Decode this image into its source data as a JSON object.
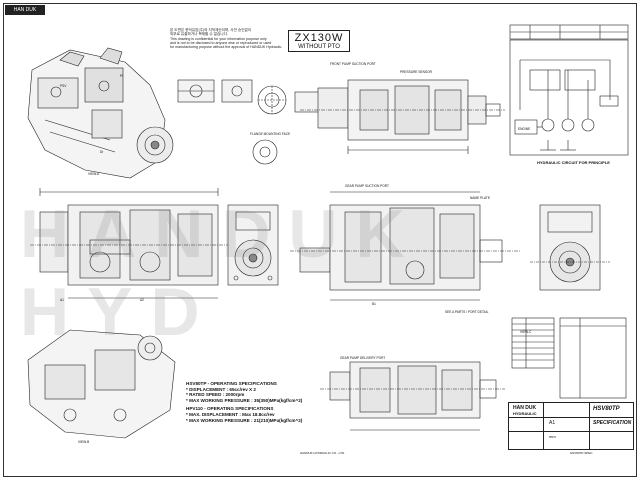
{
  "drawing": {
    "logo_text": "HAN DUK",
    "model_title": "ZX130W",
    "model_subtitle": "WITHOUT PTO",
    "notice_lines": [
      "본 도면은 한덕유압(주)의 지적재산이며, 사전 승인없이",
      "외부로 유출하거나 복제할 수 없습니다.",
      "This drawing is confidential for your information purpose only",
      "and is not to be disclosed to anyone else or reproduced or used",
      "for manufacturing purpose without the approval of HANDUK Hydraulic."
    ],
    "watermark_text": "HANDUK HYD"
  },
  "labels": {
    "view_a": "VIEW-A",
    "view_b": "VIEW-B",
    "view_c": "VIEW-C",
    "front_pump": "FRONT PUMP SUCTION PORT",
    "pressure_sensor": "PRESSURE SENSOR",
    "gear_pump_suction": "GEAR PUMP SUCTION PORT",
    "gear_pump_delivery": "GEAR PUMP DELIVERY PORT",
    "flange_mounting": "FLANGE MOUNTING FACE",
    "name_plate": "NAME PLATE",
    "hydraulic_circuit": "HYDRAULIC CIRCUIT FOR PRINCIPLE",
    "engine": "ENGINE",
    "note_a": "SEE A PARTS / PORT DETAIL",
    "pi": "Pi",
    "psv": "PSV",
    "dr": "Dr",
    "a1": "A1",
    "a2": "A2",
    "b1": "B1"
  },
  "specs": {
    "h1": "HSV80TP - OPERATING SPECIFICATIONS",
    "h1_l1": "* DISPLACEMENT : 65cc/rev X 2",
    "h1_l2": "* RATED SPEED : 2000rpm",
    "h1_l3": "* MAX WORKING PRESSURE : 35(350)MPa(kgf/cm^2)",
    "h2": "HPV110 - OPERATING SPECIFICATIONS",
    "h2_l1": "* MAX. DISPLACEMENT : Max 18.8cc/rev",
    "h2_l2": "* MAX WORKING PRESSURE : 21(210)MPa(kgf/cm^2)"
  },
  "title_block": {
    "company_line1": "HAN DUK",
    "company_line2": "HYDRAULIC",
    "part": "HSV80TP",
    "doc_type": "SPECIFICATION",
    "sheet": "A1",
    "unit": "mm"
  },
  "footer": {
    "left_small": "HANDUK HYDRAULIC CO., LTD.",
    "right_small": "HSV80TP-SPEC"
  }
}
